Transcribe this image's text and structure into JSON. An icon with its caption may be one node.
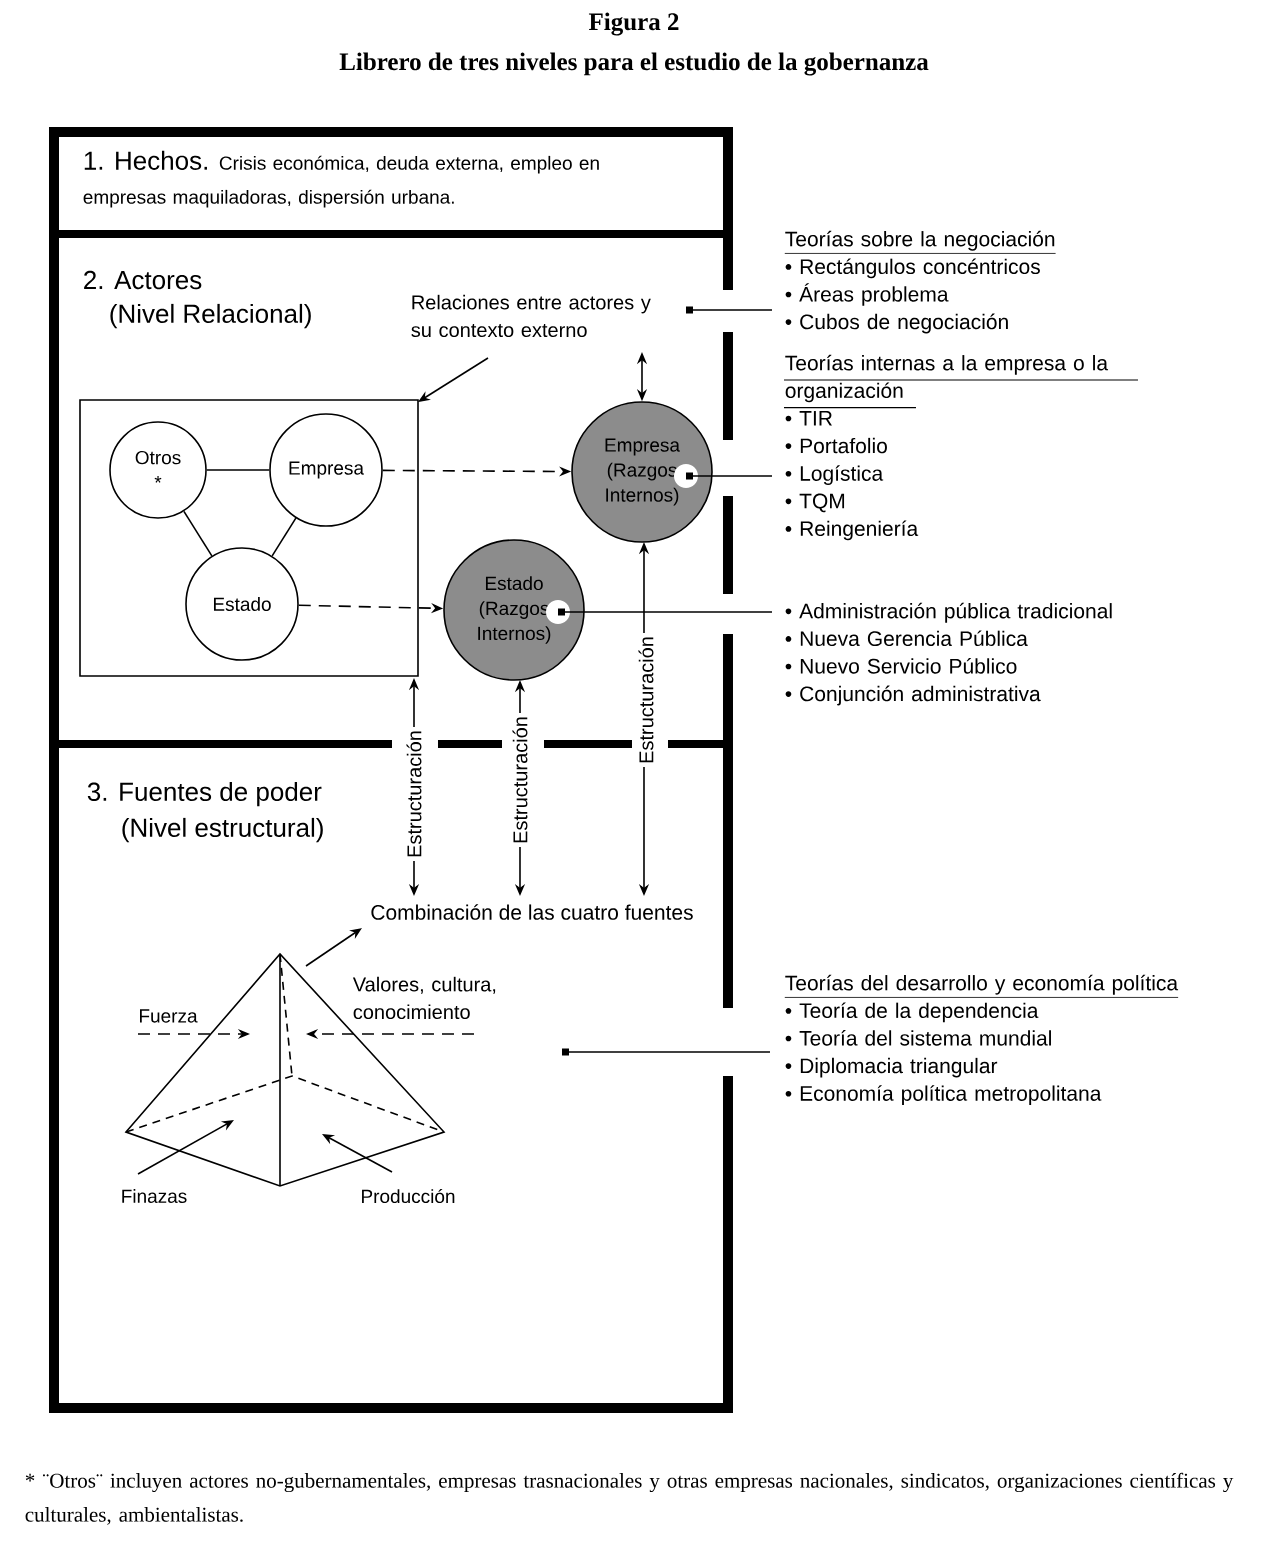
{
  "diagram": {
    "title": "Figura 2",
    "caption": "* ¨Otros¨ incluyen actores no-gubernamentales, empresas trasnacionales y otras empresas nacionales, sindicatos, organizaciones científicas y culturales, ambientalistas.",
    "labels": [
      "Librero de tres niveles para el estudio de la gobernanza"
    ],
    "nodes": [
      {
        "text": [
          "1. Hechos.",
          "Crisis económica, deuda externa, empleo en empresas maquiladoras, dispersión urbana."
        ]
      },
      {
        "text": [
          "2. Actores",
          "(Nivel Relacional)"
        ]
      },
      {
        "text": [
          "Relaciones entre actores y su contexto externo"
        ]
      },
      {
        "text": [],
        "shape": "box"
      },
      {
        "text": [
          "Otros *"
        ],
        "in": 3
      },
      {
        "text": [
          "Empresa"
        ],
        "in": 3
      },
      {
        "text": [
          "Estado"
        ],
        "in": 3
      },
      {
        "text": [
          "Empresa (Razgos Internos)"
        ]
      },
      {
        "text": [
          "Estado (Razgos Internos)"
        ]
      },
      {
        "text": [
          "3. Fuentes de poder",
          "(Nivel estructural)"
        ]
      },
      {
        "text": [
          "Combinación de las cuatro fuentes"
        ]
      },
      {
        "text": [],
        "shape": "pyramid"
      },
      {
        "text": [
          "Fuerza"
        ]
      },
      {
        "text": [
          "Valores, cultura, conocimiento"
        ]
      },
      {
        "text": [
          "Finazas"
        ]
      },
      {
        "text": [
          "Producción"
        ]
      },
      {
        "text": [
          "Teorías sobre la negociación",
          "• Rectángulos concéntricos",
          "• Áreas problema",
          "• Cubos de negociación"
        ]
      },
      {
        "text": [
          "Teorías internas a la empresa o la organización",
          "• TIR",
          "• Portafolio",
          "• Logística",
          "• TQM",
          "• Reingeniería"
        ]
      },
      {
        "text": [
          "• Administración pública tradicional",
          "• Nueva Gerencia Pública",
          "• Nuevo Servicio Público",
          "• Conjunción administrativa"
        ]
      },
      {
        "text": [
          "Teorías del desarrollo y economía política",
          "• Teoría de la dependencia",
          "• Teoría del sistema mundial",
          "• Diplomacia triangular",
          "• Economía política metropolitana"
        ]
      }
    ],
    "edges": [
      {
        "from": 4,
        "to": 5,
        "arrow": "none"
      },
      {
        "from": 4,
        "to": 6,
        "arrow": "none"
      },
      {
        "from": 5,
        "to": 6,
        "arrow": "none"
      },
      {
        "from": 5,
        "to": 7,
        "arrow": "to",
        "style": "dashed"
      },
      {
        "from": 6,
        "to": 8,
        "arrow": "to",
        "style": "dashed"
      },
      {
        "from": 2,
        "to": 3,
        "arrow": "to"
      },
      {
        "from": 2,
        "to": 7,
        "arrow": "both"
      },
      {
        "from": 16,
        "to": 2,
        "arrow": "other"
      },
      {
        "from": 17,
        "to": 7,
        "arrow": "other"
      },
      {
        "from": 18,
        "to": 8,
        "arrow": "other"
      },
      {
        "from": 19,
        "to": null,
        "arrow": "other"
      },
      {
        "from": 3,
        "to": 10,
        "arrow": "both",
        "label": "Estructuración"
      },
      {
        "from": 8,
        "to": 10,
        "arrow": "both",
        "label": "Estructuración"
      },
      {
        "from": 7,
        "to": 10,
        "arrow": "both",
        "label": "Estructuración"
      },
      {
        "from": 11,
        "to": 10,
        "arrow": "to"
      },
      {
        "from": 12,
        "to": 11,
        "arrow": "to",
        "style": "dashed"
      },
      {
        "from": 13,
        "to": 11,
        "arrow": "to",
        "style": "dashed"
      },
      {
        "from": 14,
        "to": 11,
        "arrow": "to"
      },
      {
        "from": 15,
        "to": 11,
        "arrow": "to"
      }
    ]
  }
}
